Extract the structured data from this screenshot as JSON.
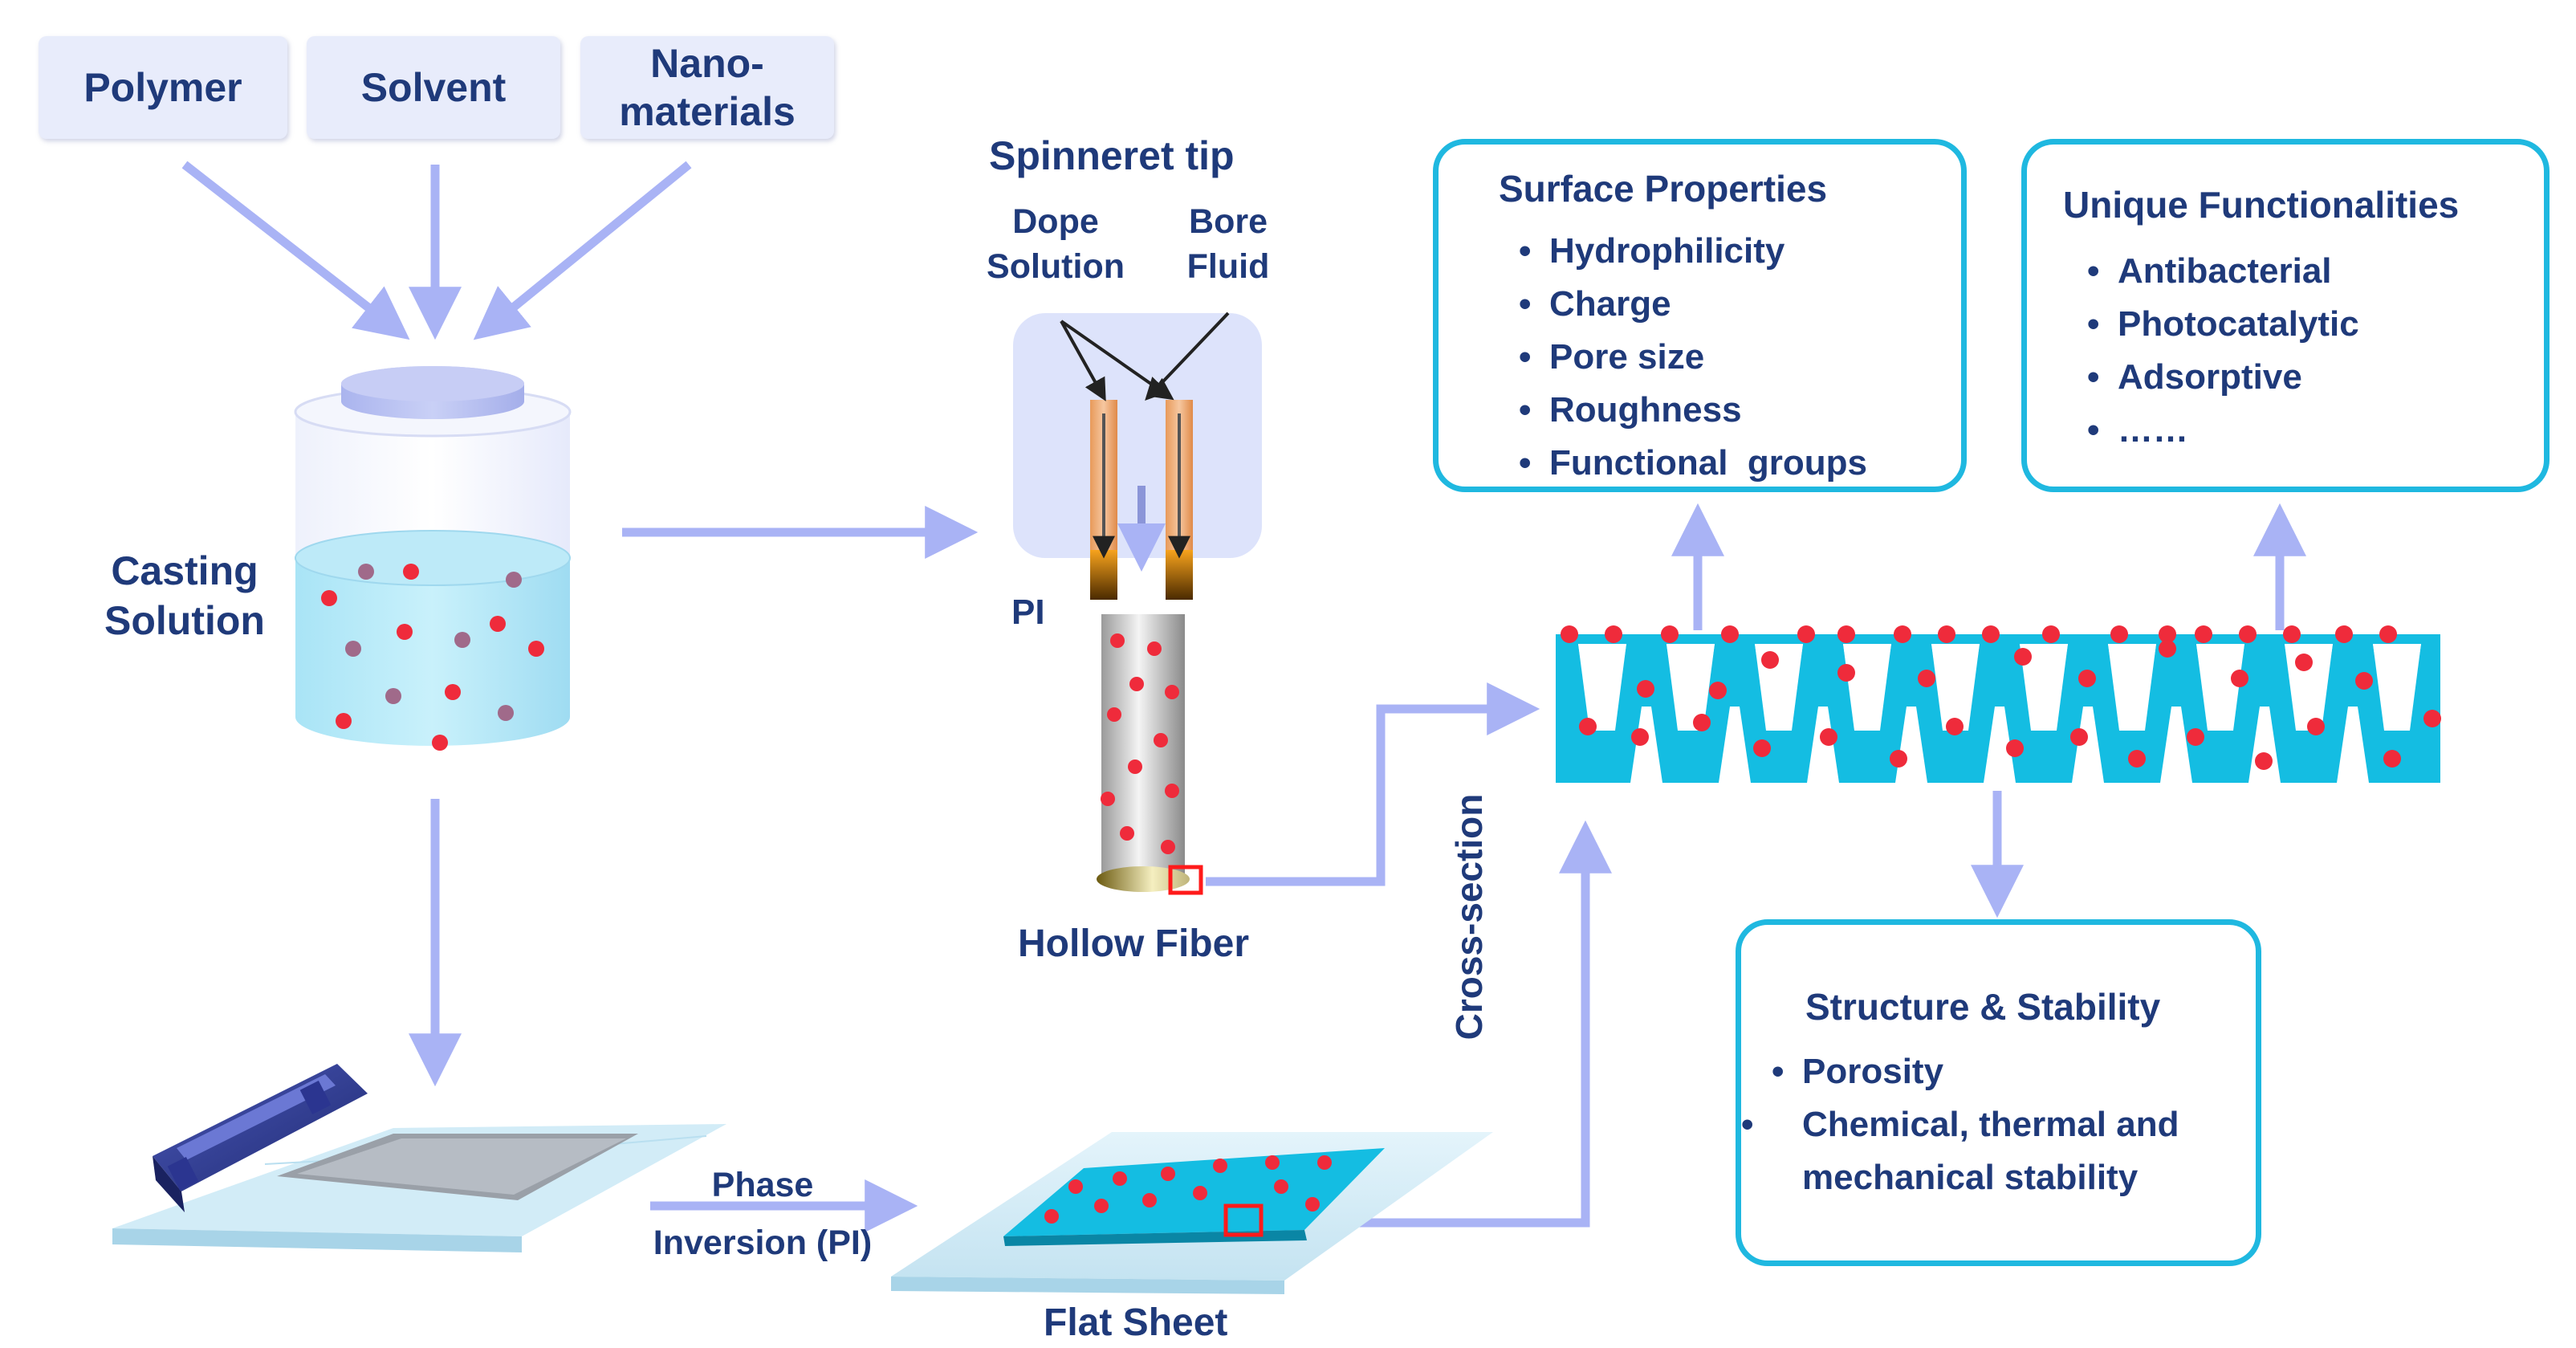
{
  "inputs": [
    "Polymer",
    "Solvent",
    "Nano-\nmaterials"
  ],
  "casting_solution": "Casting\nSolution",
  "spinneret": {
    "title": "Spinneret tip",
    "dope": "Dope\nSolution",
    "bore": "Bore\nFluid",
    "pi": "PI"
  },
  "hollow_fiber": "Hollow Fiber",
  "flat_sheet": "Flat Sheet",
  "phase_inversion": "Phase\nInversion (PI)",
  "cross_section": "Cross-section",
  "surface_properties": {
    "title": "Surface Properties",
    "items": [
      "Hydrophilicity",
      "Charge",
      "Pore size",
      "Roughness",
      "Functional  groups"
    ]
  },
  "unique_functionalities": {
    "title": "Unique Functionalities",
    "items": [
      "Antibacterial",
      "Photocatalytic",
      "Adsorptive",
      "……"
    ]
  },
  "structure_stability": {
    "title": "Structure & Stability",
    "items": [
      "Porosity",
      "Chemical,  thermal  and\nmechanical  stability"
    ]
  },
  "colors": {
    "arrow": "#a9b3f5",
    "membrane": "#14bde2",
    "particle": "#ef2b3b",
    "box_border": "#1fb8e0",
    "text": "#1f3a7a"
  }
}
